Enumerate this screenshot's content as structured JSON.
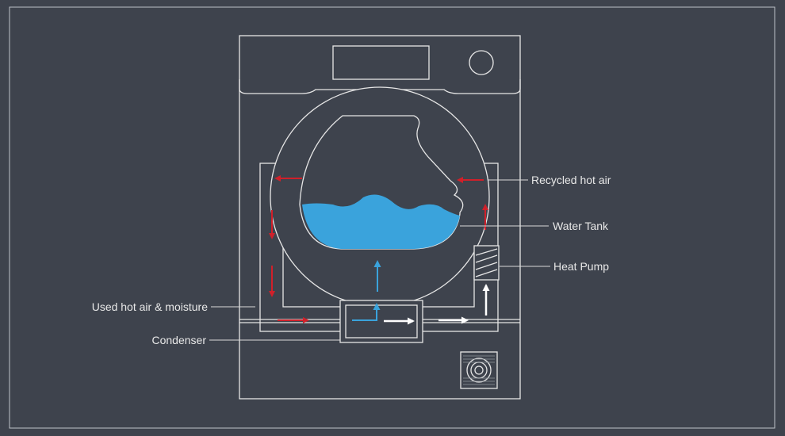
{
  "labels": {
    "recycled_hot_air": "Recycled hot air",
    "water_tank": "Water Tank",
    "heat_pump": "Heat Pump",
    "used_hot_air": "Used hot air & moisture",
    "condenser": "Condenser"
  },
  "colors": {
    "background": "#3e434d",
    "outline": "#e6e6e6",
    "water": "#3aa3dc",
    "hot_air": "#d0202a",
    "cool_air": "#ffffff",
    "moisture": "#3aa3dc"
  }
}
